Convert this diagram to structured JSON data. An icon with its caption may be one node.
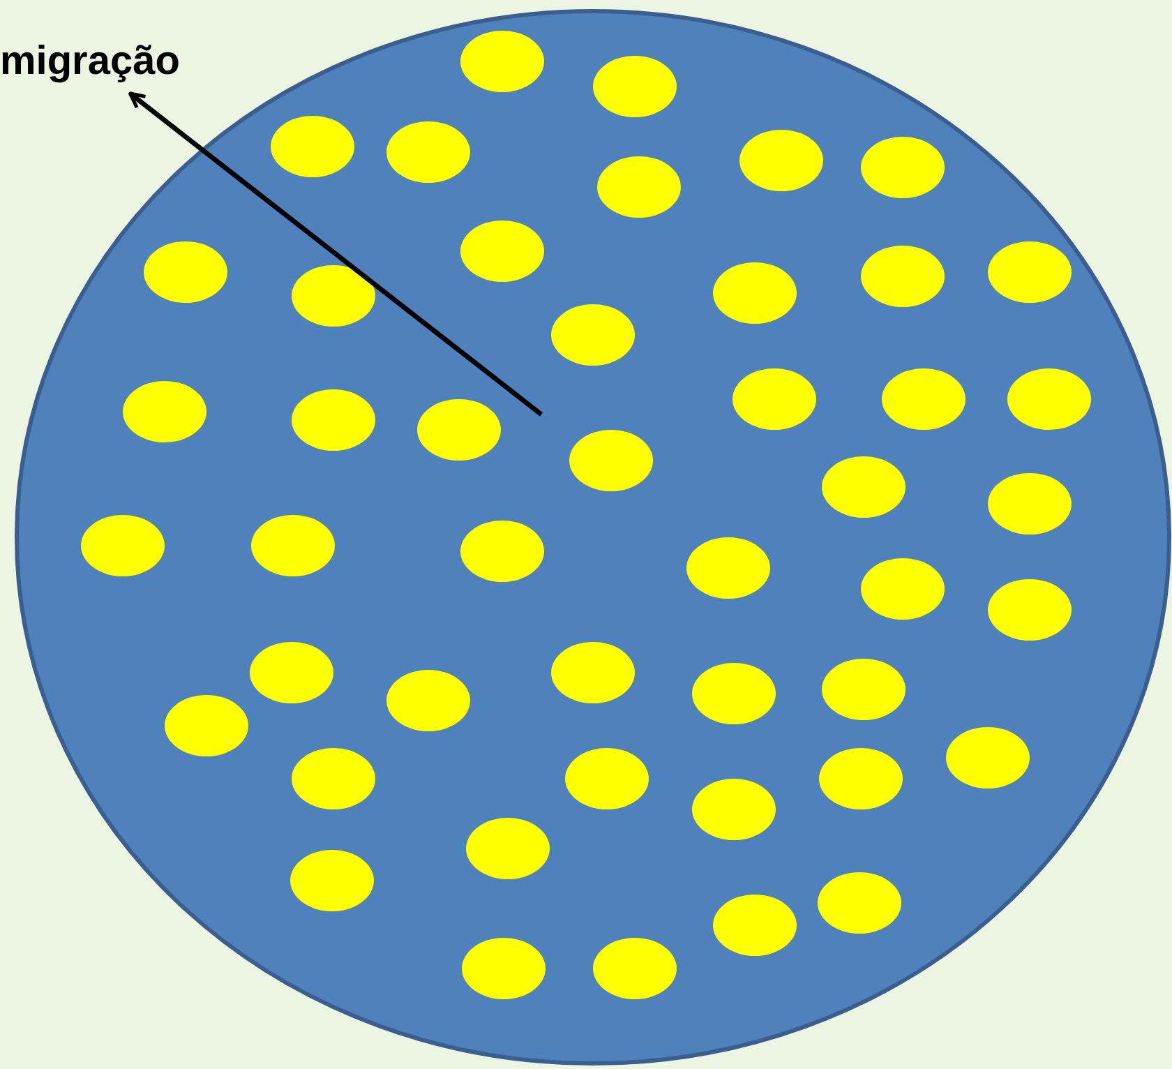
{
  "diagram": {
    "nodes": [
      {
        "text": [],
        "shape": "circle"
      },
      {
        "text": [
          "migração"
        ]
      }
    ],
    "edges": [
      {
        "from": 0,
        "to": 1,
        "arrow": "to"
      }
    ]
  }
}
